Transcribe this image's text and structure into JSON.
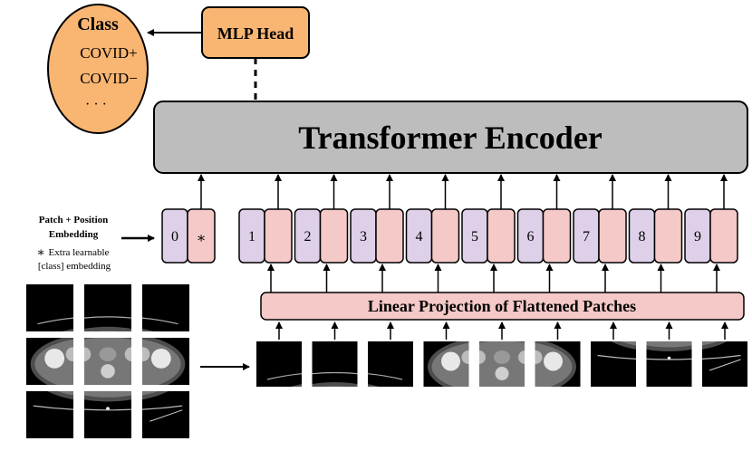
{
  "colors": {
    "encoder_fill": "#bdbdbd",
    "mlp_fill": "#f9b572",
    "class_fill": "#f9b572",
    "pos_fill": "#ddd0e8",
    "patch_fill": "#f4c9c7",
    "proj_fill": "#f4c9c7",
    "stroke": "#000000"
  },
  "class_box": {
    "title": "Class",
    "items": [
      "COVID+",
      "COVID−",
      "· · ·"
    ]
  },
  "mlp_head": {
    "label": "MLP Head"
  },
  "encoder": {
    "label": "Transformer Encoder"
  },
  "legend": {
    "line1": "Patch + Position",
    "line2": "Embedding",
    "star": "∗",
    "note1": "Extra learnable",
    "note2": "[class] embedding"
  },
  "tokens": {
    "class_token": {
      "position": "0",
      "symbol": "∗"
    },
    "positions": [
      "1",
      "2",
      "3",
      "4",
      "5",
      "6",
      "7",
      "8",
      "9"
    ]
  },
  "projection": {
    "label": "Linear Projection of Flattened Patches"
  },
  "patches": {
    "grid_count": 9,
    "flattened_count": 9
  }
}
